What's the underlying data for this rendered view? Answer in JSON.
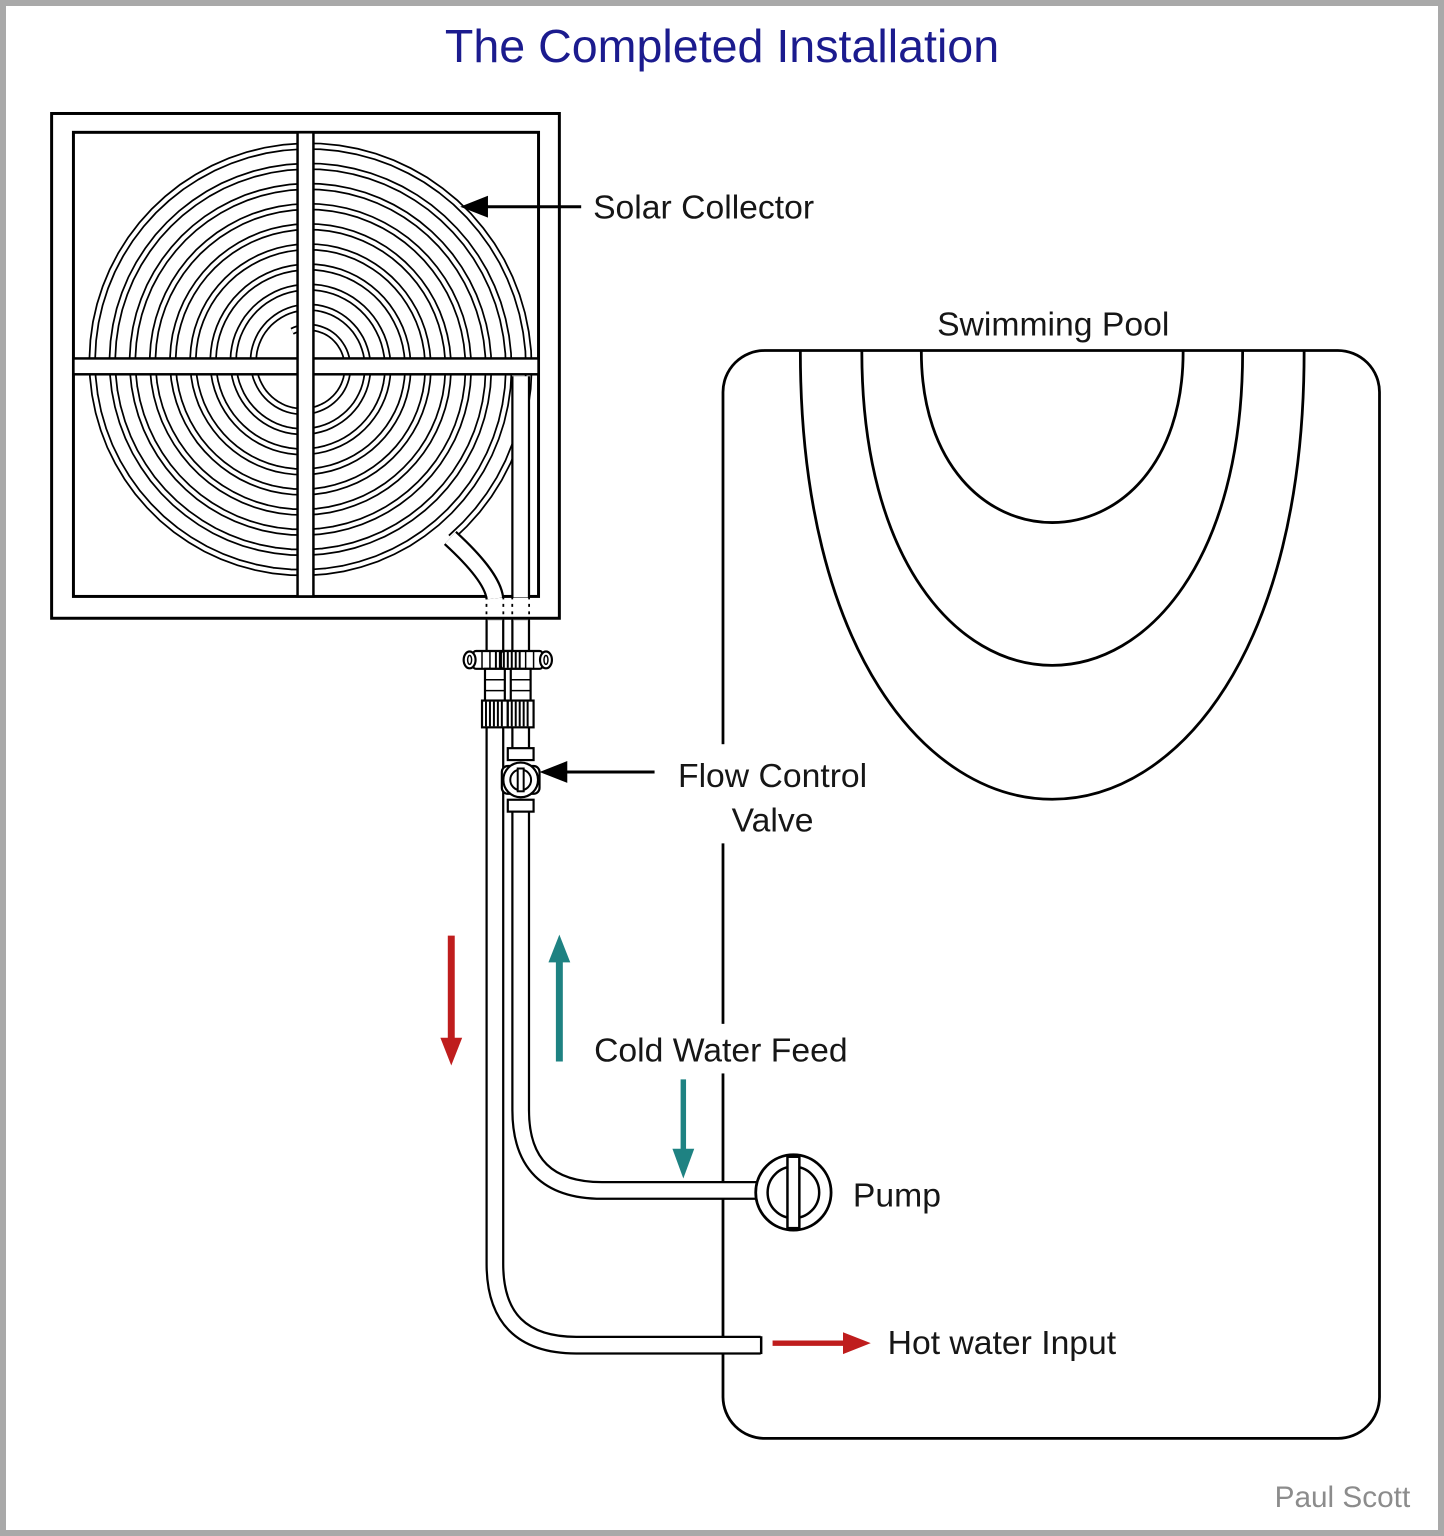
{
  "title": {
    "text": "The Completed Installation",
    "color": "#1b1b8e"
  },
  "labels": {
    "solar_collector": "Solar Collector",
    "swimming_pool": "Swimming Pool",
    "flow_control_valve_line1": "Flow Control",
    "flow_control_valve_line2": "Valve",
    "cold_water_feed": "Cold Water Feed",
    "pump": "Pump",
    "hot_water_input": "Hot water Input"
  },
  "attribution": "Paul Scott",
  "colors": {
    "hot_flow_red": "#bf1d1d",
    "cold_flow_teal": "#1e8282",
    "line_black": "#161616",
    "attribution_gray": "#8c8c8c",
    "page_border_gray": "#a9a9a9"
  },
  "icons": {
    "hot_flow_down_arrow": "red arrow pointing down (hot water return from collector)",
    "cold_flow_up_arrow": "teal arrow pointing up (cold water rising to collector)",
    "cold_feed_down_arrow": "teal arrow pointing down at pump",
    "hot_input_right_arrow": "red arrow pointing right into pool",
    "solar_collector_pointer": "black arrow pointing at collector coil",
    "valve_pointer": "black arrow pointing at flow control valve"
  }
}
